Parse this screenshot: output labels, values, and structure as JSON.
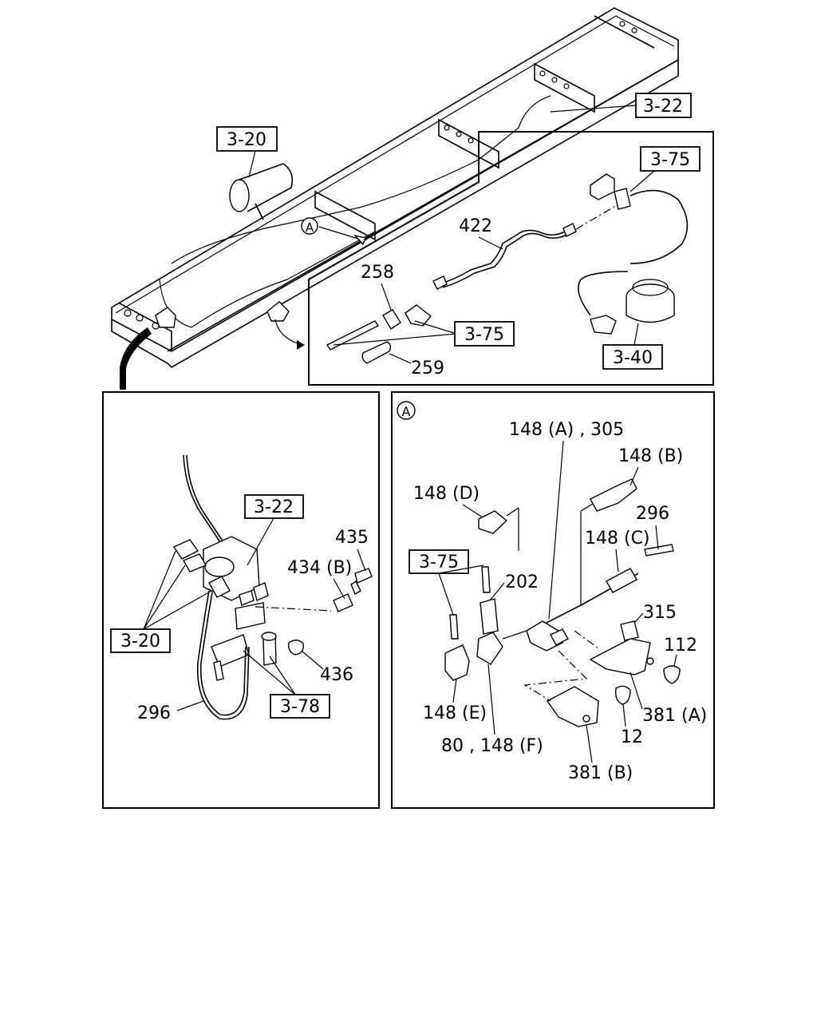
{
  "top": {
    "refs": {
      "r322": "3-22",
      "r320": "3-20",
      "r375": "3-75",
      "r375b": "3-75",
      "r340": "3-40"
    },
    "marker_a": "A",
    "parts": {
      "p422": "422",
      "p258": "258",
      "p259": "259"
    }
  },
  "left_panel": {
    "refs": {
      "r322": "3-22",
      "r320": "3-20",
      "r378": "3-78"
    },
    "parts": {
      "p435": "435",
      "p434b": "434 (B)",
      "p436": "436",
      "p296": "296"
    }
  },
  "right_panel": {
    "marker_a": "A",
    "refs": {
      "r375": "3-75"
    },
    "parts": {
      "p148a305": "148 (A) , 305",
      "p148b": "148 (B)",
      "p148d": "148 (D)",
      "p296": "296",
      "p148c": "148 (C)",
      "p202": "202",
      "p315": "315",
      "p112": "112",
      "p148e": "148 (E)",
      "p381a": "381 (A)",
      "p80148f": "80 , 148 (F)",
      "p12": "12",
      "p381b": "381 (B)"
    }
  }
}
